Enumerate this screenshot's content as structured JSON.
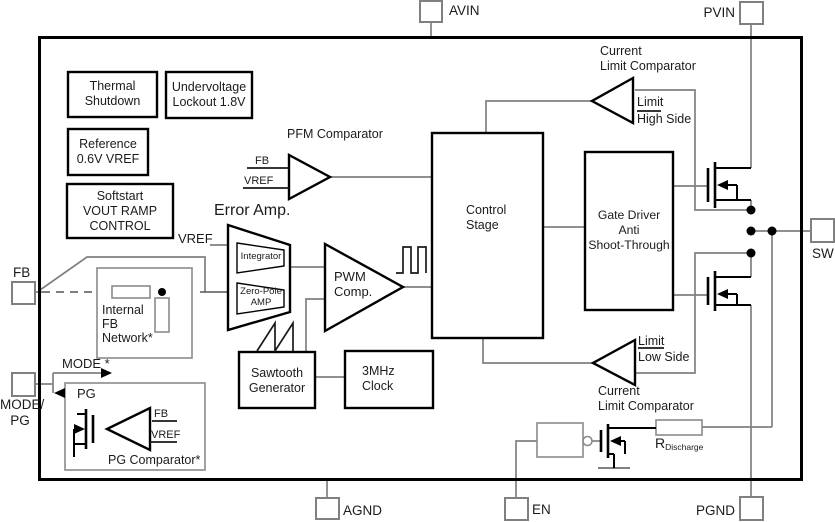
{
  "pins": {
    "avin": {
      "label": "AVIN"
    },
    "pvin": {
      "label": "PVIN"
    },
    "sw": {
      "label": "SW"
    },
    "pgnd": {
      "label": "PGND"
    },
    "en": {
      "label": "EN"
    },
    "agnd": {
      "label": "AGND"
    },
    "fb": {
      "label": "FB"
    },
    "mode_pg": {
      "label": "MODE/\nPG"
    }
  },
  "blocks": {
    "thermal": {
      "label": "Thermal\nShutdown"
    },
    "uvlo": {
      "label": "Undervoltage\nLockout 1.8V"
    },
    "reference": {
      "label": "Reference\n0.6V VREF"
    },
    "softstart": {
      "label": "Softstart\nVOUT RAMP\nCONTROL"
    },
    "control": {
      "label": "Control\nStage"
    },
    "gate_driver": {
      "label": "Gate Driver\nAnti\nShoot-Through"
    },
    "sawtooth": {
      "label": "Sawtooth\nGenerator"
    },
    "clock": {
      "label": "3MHz\nClock"
    },
    "fb_network": {
      "label": "Internal\nFB\nNetwork*"
    }
  },
  "comparators": {
    "pfm": {
      "title": "PFM Comparator",
      "in_fb": "FB",
      "in_vref": "VREF"
    },
    "error_amp": {
      "title": "Error Amp.",
      "vref": "VREF",
      "integrator": "Integrator",
      "zero_pole": "Zero-Pole\nAMP"
    },
    "pwm": {
      "label": "PWM\nComp."
    },
    "limit_high": {
      "title": "Current\nLimit Comparator",
      "ref": "Limit",
      "side": "High Side"
    },
    "limit_low": {
      "title": "Current\nLimit Comparator",
      "ref": "Limit",
      "side": "Low Side"
    },
    "pg": {
      "box_label": "PG Comparator*",
      "in_fb": "FB",
      "in_vref": "VREF"
    }
  },
  "signals": {
    "mode": "MODE *",
    "pg": "PG"
  },
  "discharge": {
    "r_main": "R",
    "r_sub": "Discharge"
  },
  "colors": {
    "wire": "#808080",
    "outline": "#000000"
  }
}
